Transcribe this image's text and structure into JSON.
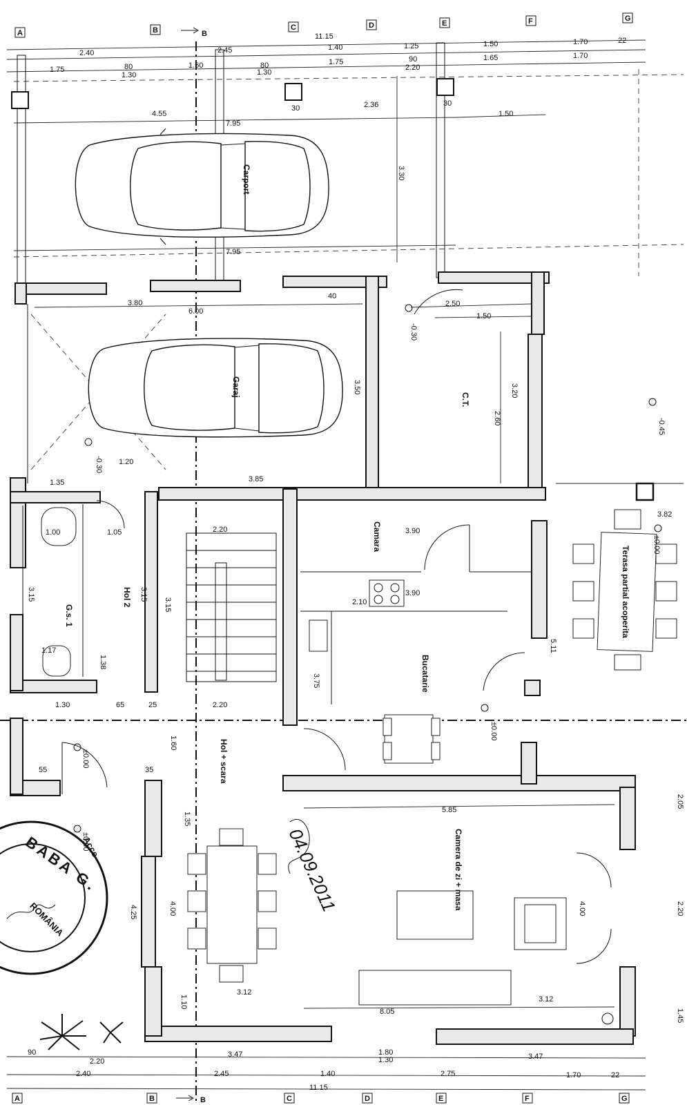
{
  "rooms": {
    "carport": "Carport",
    "garaj": "Garaj",
    "ct": "C.T.",
    "camara": "Camara",
    "bucatarie": "Bucatarie",
    "hol2": "Hol 2",
    "gs1": "G.s. 1",
    "hol_scara": "Hol + scara",
    "camera_zi": "Camera de zi + masa",
    "terasa": "Terasa partial acoperita"
  },
  "axes_top": [
    "A",
    "B",
    "B",
    "C",
    "D",
    "E",
    "F",
    "G"
  ],
  "axes_bottom": [
    "A",
    "B",
    "B",
    "C",
    "D",
    "E",
    "F",
    "G"
  ],
  "dims_top_total": "11.15",
  "dims_top_row1": [
    "2.40",
    "2.45",
    "1.40",
    "1.25",
    "1.50",
    "1.70",
    "22"
  ],
  "dims_top_row2": [
    "1.75",
    "80",
    "1.30",
    "1.60",
    "80",
    "1.30",
    "1.75",
    "90",
    "2.20",
    "1.65",
    "1.70"
  ],
  "dims_inner": {
    "d455": "4.55",
    "d795a": "7.95",
    "d795b": "7.95",
    "d236": "2.36",
    "d150": "1.50",
    "d330": "3.30",
    "d30a": "30",
    "d30b": "30",
    "d380": "3.80",
    "d600": "6.00",
    "d40": "40",
    "d250": "2.50",
    "d150b": "1.50",
    "d350": "3.50",
    "d320": "3.20",
    "d260": "2.60",
    "d120": "1.20",
    "d135": "1.35",
    "d385": "3.85",
    "d220a": "2.20",
    "d390a": "3.90",
    "d390b": "3.90",
    "d210": "2.10",
    "d315a": "3.15",
    "d315b": "3.15",
    "d315c": "3.15",
    "d375": "3.75",
    "d220b": "2.20",
    "d585": "5.85",
    "d425": "4.25",
    "d400a": "4.00",
    "d400b": "4.00",
    "d135b": "1.35",
    "d160": "1.60",
    "d805": "8.05",
    "d3125": "3.12",
    "d3122": "3.12",
    "d382": "3.82",
    "d511": "5.11",
    "d205": "2.05",
    "d220c": "2.20",
    "d145": "1.45",
    "d110": "1.10",
    "d100": "1.00",
    "d105": "1.05",
    "d117": "1.17",
    "d138": "1.38",
    "d55": "55",
    "d35": "35",
    "d65": "65",
    "d25": "25",
    "d130b": "1.30",
    "lvl_030a": "-0.30",
    "lvl_030b": "-0.30",
    "lvl_045": "-0.45",
    "lvl_000a": "±0.00",
    "lvl_000b": "±0.00",
    "lvl_000c": "±0.00",
    "lvl_000d": "±0.00"
  },
  "dims_bottom_row1": [
    "90",
    "2.20",
    "3.47",
    "1.80",
    "1.30",
    "3.47"
  ],
  "dims_bottom_row2": [
    "2.40",
    "2.45",
    "1.40",
    "2.75",
    "1.70",
    "22"
  ],
  "dims_bottom_total": "11.15",
  "stamp": {
    "name": "BABA G.",
    "country": "ROMÂNIA",
    "extra": "Acce"
  },
  "handwriting": {
    "date": "04.09.2011"
  },
  "colors": {
    "ink": "#111111",
    "wall_fill": "#e9e9e9",
    "paper": "#ffffff"
  }
}
